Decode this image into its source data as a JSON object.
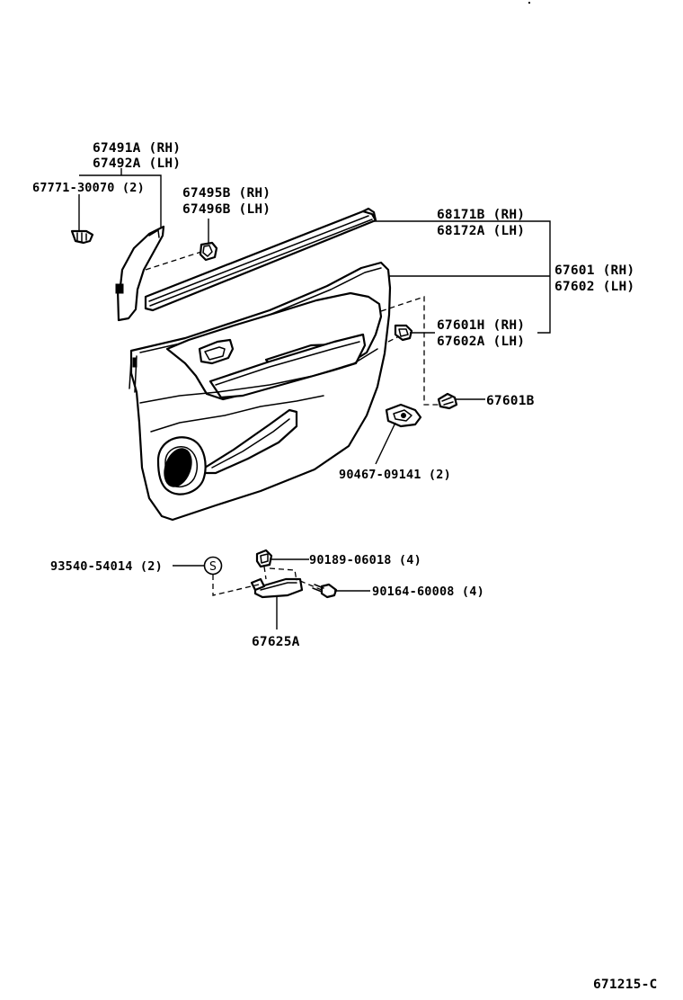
{
  "diagram": {
    "labels": {
      "trim_rh": "67491A (RH)",
      "trim_lh": "67492A (LH)",
      "clip_screw": "67771-30070 (2)",
      "grommet_rh": "67495B (RH)",
      "grommet_lh": "67496B (LH)",
      "weatherstrip_rh": "68171B (RH)",
      "weatherstrip_lh": "68172A (LH)",
      "panel_rh": "67601 (RH)",
      "panel_lh": "67602 (LH)",
      "board_rh": "67601H (RH)",
      "board_lh": "67602A (LH)",
      "clip": "67601B",
      "bracket_screw": "90467-09141 (2)",
      "cap": "93540-54014 (2)",
      "nut": "90189-06018 (4)",
      "bolt": "90164-60008 (4)",
      "handle": "67625A",
      "drawing_no": "671215-C"
    },
    "symbols": {
      "cap_marker": "S"
    }
  }
}
